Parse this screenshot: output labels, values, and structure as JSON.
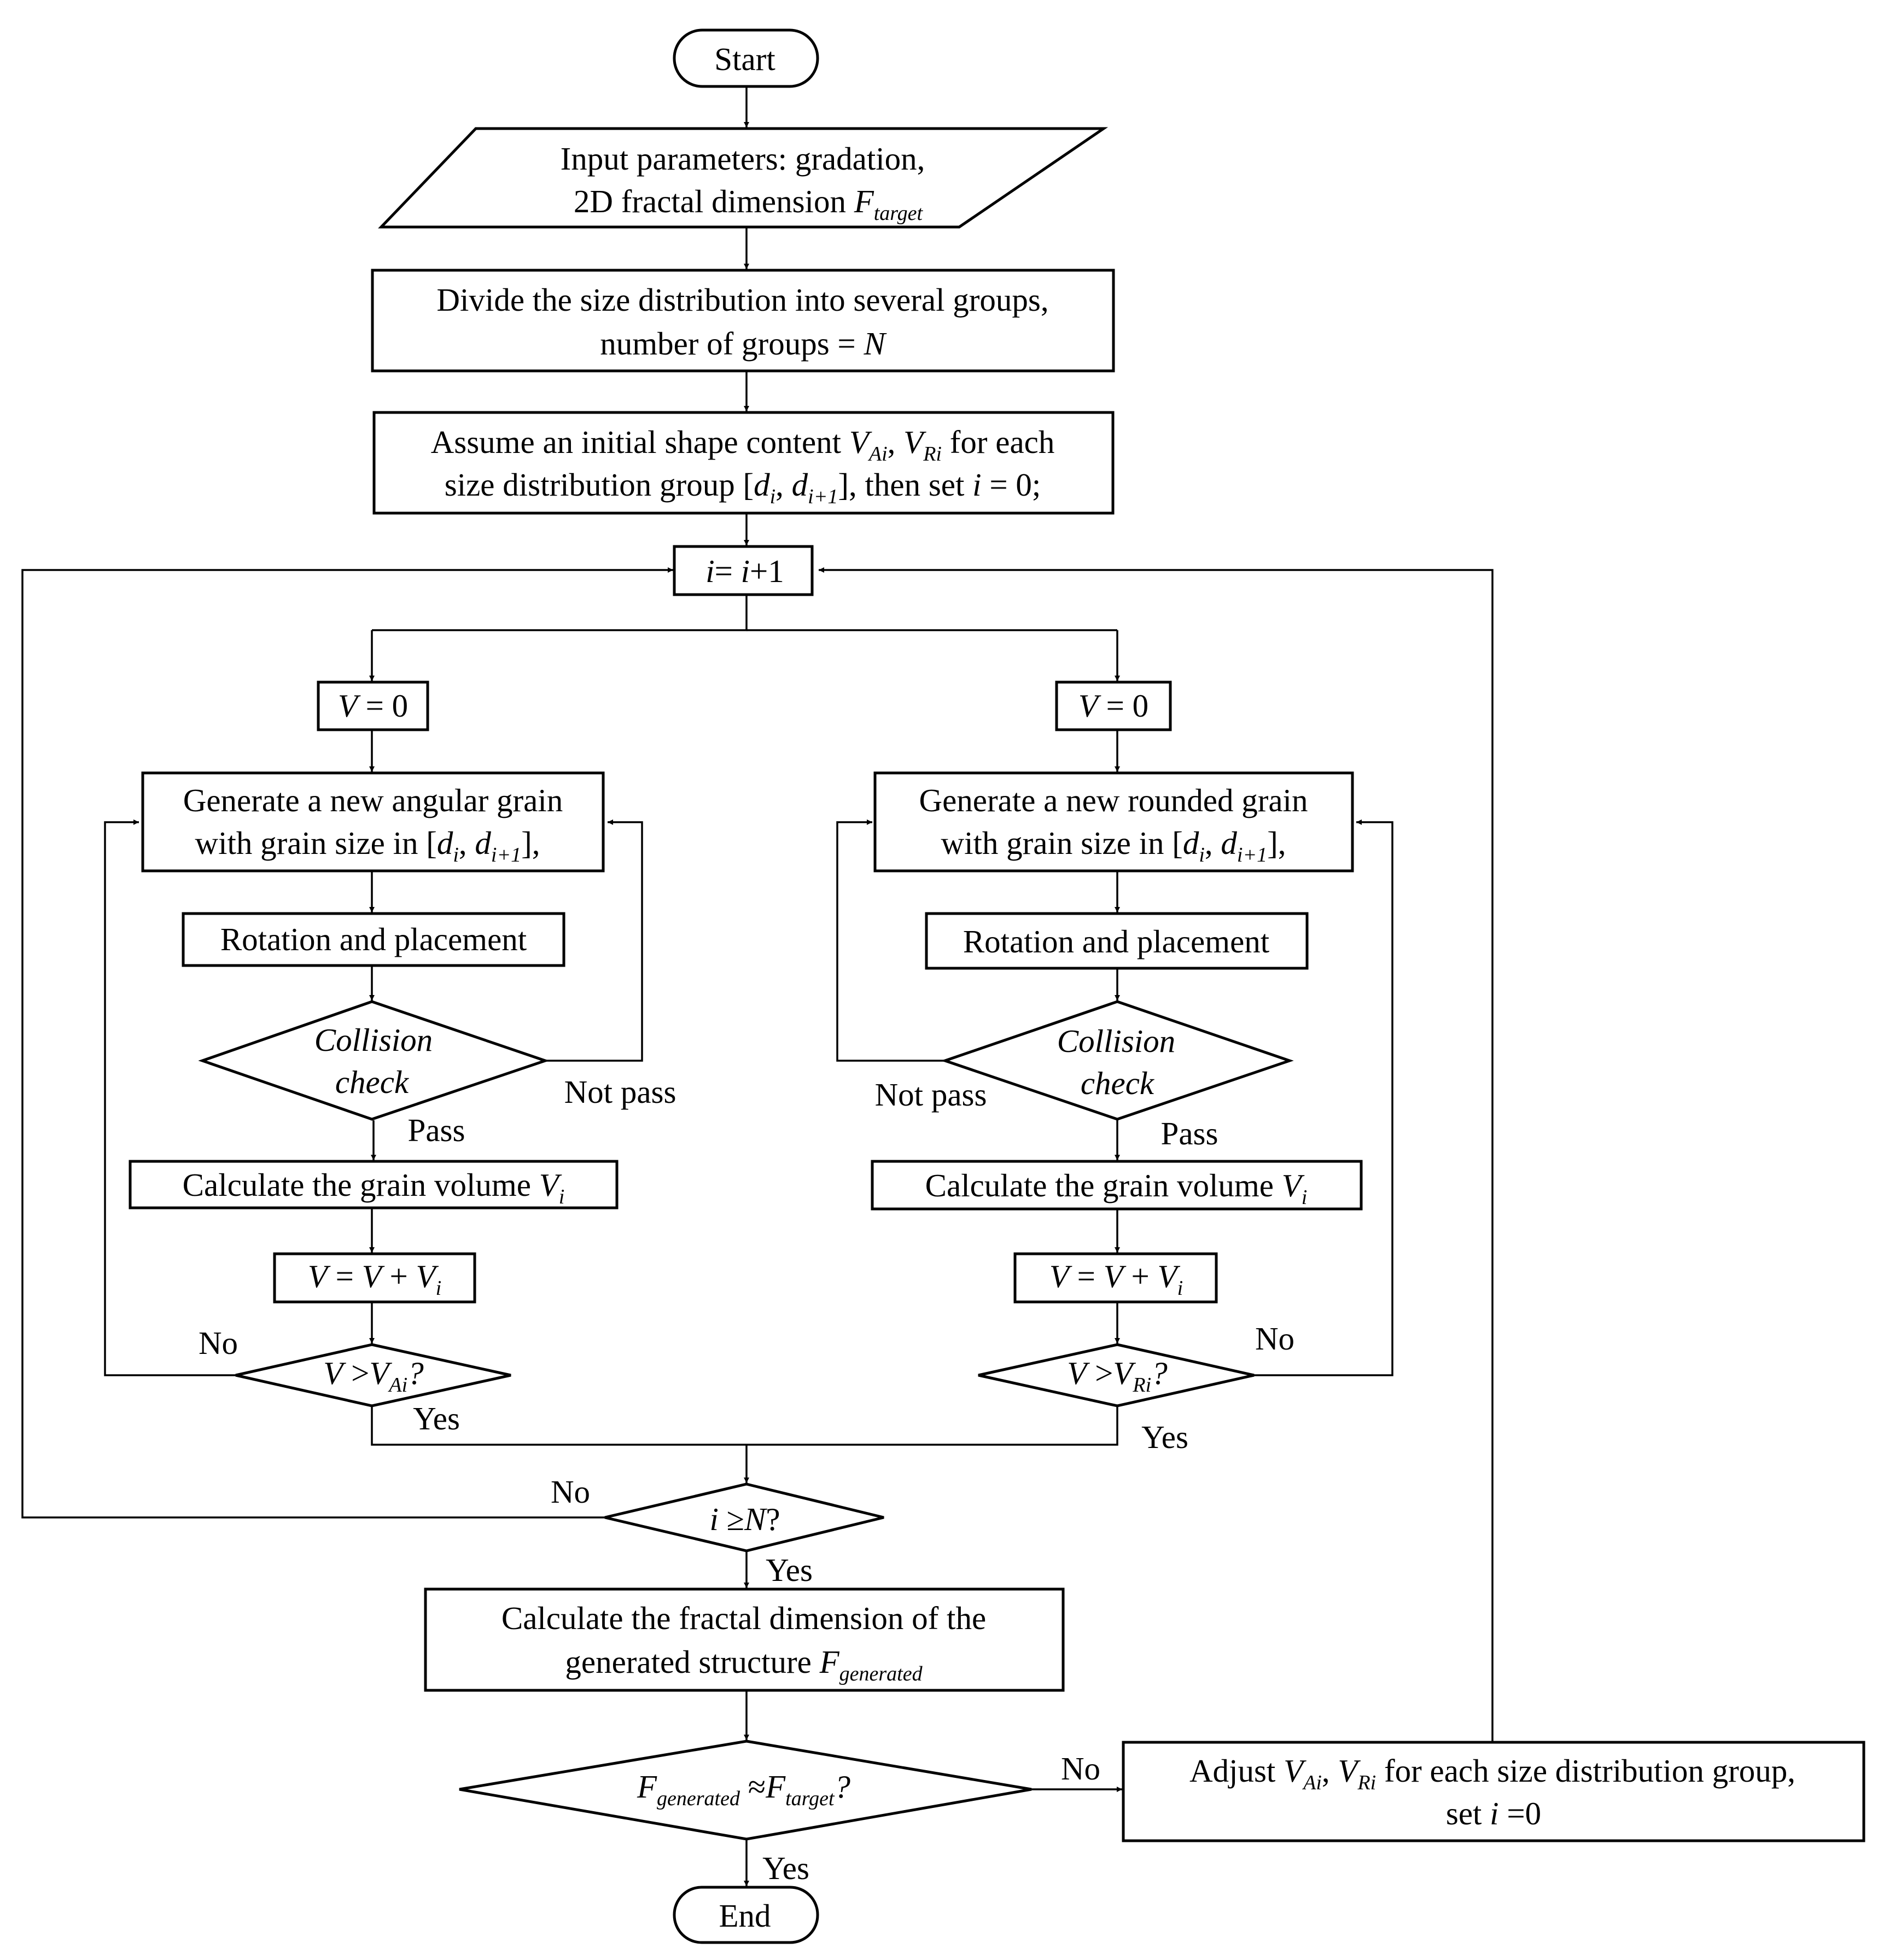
{
  "nodes": {
    "start": {
      "text": "Start"
    },
    "input": {
      "line1": "Input parameters: gradation,",
      "line2_prefix": "2D fractal dimension ",
      "f_symbol": "F",
      "f_sub": "target"
    },
    "divide": {
      "line1": "Divide the size distribution into several groups,",
      "line2_prefix": "number of groups = ",
      "n_symbol": "N"
    },
    "assume": {
      "line1_prefix": "Assume an initial shape content ",
      "va": "V",
      "va_sub": "Ai",
      "comma": ", ",
      "vr": "V",
      "vr_sub": "Ri",
      "line1_suffix": " for each",
      "line2_prefix": "size distribution group [",
      "d1": "d",
      "d1_sub": "i",
      "mid": ", ",
      "d2": "d",
      "d2_sub": "i+1",
      "line2_mid": "], then set ",
      "i_var": "i",
      "line2_suffix": " = 0;"
    },
    "increment": {
      "i1": "i",
      "eq": "= ",
      "i2": "i",
      "plus": "+1"
    },
    "left": {
      "init_v": "V",
      "init_rest": " = 0",
      "gen_line1": "Generate a new angular grain",
      "gen_line2_prefix": "with grain size in [",
      "d1": "d",
      "d1_sub": "i",
      "mid": ", ",
      "d2": "d",
      "d2_sub": "i+1",
      "gen_line2_suffix": "],",
      "rotate": "Rotation and placement",
      "collision_line1": "Collision",
      "collision_line2": "check",
      "calc_prefix": "Calculate the grain volume ",
      "calc_v": "V",
      "calc_sub": "i",
      "acc_v1": "V",
      "acc_mid": " = ",
      "acc_v2": "V",
      "acc_plus": " + ",
      "acc_v3": "V",
      "acc_sub": "i",
      "test_v": "V",
      "test_gt": " >",
      "test_vt": "V",
      "test_sub": "Ai",
      "test_q": "?",
      "label_not_pass": "Not pass",
      "label_pass": "Pass",
      "label_no": "No",
      "label_yes": "Yes"
    },
    "right": {
      "init_v": "V",
      "init_rest": " = 0",
      "gen_line1": "Generate a new rounded grain",
      "gen_line2_prefix": "with grain size in [",
      "d1": "d",
      "d1_sub": "i",
      "mid": ", ",
      "d2": "d",
      "d2_sub": "i+1",
      "gen_line2_suffix": "],",
      "rotate": "Rotation and placement",
      "collision_line1": "Collision",
      "collision_line2": "check",
      "calc_prefix": "Calculate the grain volume ",
      "calc_v": "V",
      "calc_sub": "i",
      "acc_v1": "V",
      "acc_mid": " = ",
      "acc_v2": "V",
      "acc_plus": " + ",
      "acc_v3": "V",
      "acc_sub": "i",
      "test_v": "V",
      "test_gt": " >",
      "test_vt": "V",
      "test_sub": "Ri",
      "test_q": "?",
      "label_not_pass": "Not pass",
      "label_pass": "Pass",
      "label_no": "No",
      "label_yes": "Yes"
    },
    "check_n": {
      "i_var": "i",
      "ge": " ≥",
      "n_var": "N",
      "q": "?",
      "label_no": "No",
      "label_yes": "Yes"
    },
    "fractal": {
      "line1": "Calculate the fractal dimension of the",
      "line2_prefix": "generated structure ",
      "f_symbol": "F",
      "f_sub": "generated"
    },
    "compare": {
      "f1": "F",
      "f1_sub": "generated",
      "approx": " ≈",
      "f2": "F",
      "f2_sub": "target",
      "q": "?",
      "label_no": "No",
      "label_yes": "Yes"
    },
    "adjust": {
      "line1_prefix": "Adjust ",
      "va": "V",
      "va_sub": "Ai",
      "comma": ", ",
      "vr": "V",
      "vr_sub": "Ri",
      "line1_suffix": "  for each size distribution group,",
      "line2_prefix": "set ",
      "i_var": "i",
      "line2_suffix": " =0"
    },
    "end": {
      "text": "End"
    }
  }
}
